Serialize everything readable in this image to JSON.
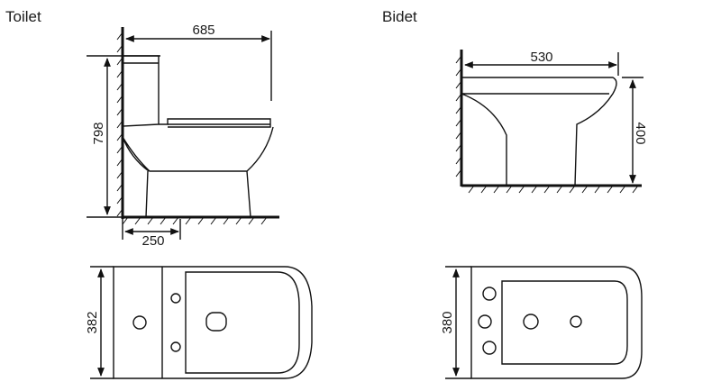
{
  "toilet": {
    "title": "Toilet",
    "dim_width": "685",
    "dim_height": "798",
    "dim_outlet": "250",
    "dim_plan_width": "382"
  },
  "bidet": {
    "title": "Bidet",
    "dim_width": "530",
    "dim_height": "400",
    "dim_plan_width": "380"
  },
  "colors": {
    "stroke": "#111111",
    "background": "#ffffff"
  }
}
